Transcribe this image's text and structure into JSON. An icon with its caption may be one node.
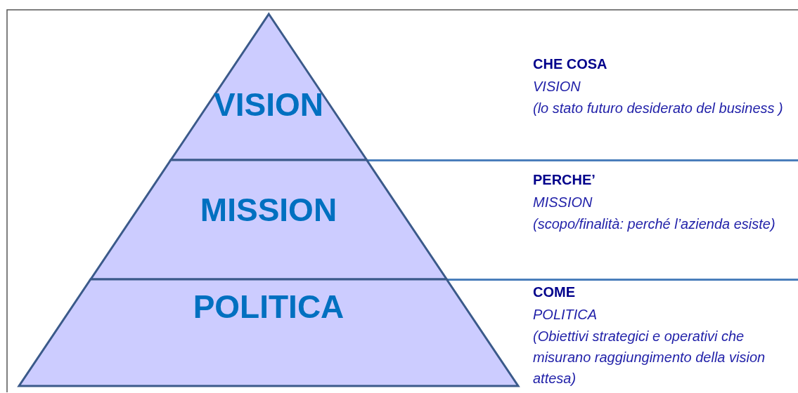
{
  "diagram": {
    "nodes": [
      {
        "text": [
          "VISION"
        ],
        "beside": [
          "CHE COSA",
          "VISION",
          "(lo stato futuro desiderato del business )"
        ]
      },
      {
        "text": [
          "MISSION"
        ],
        "beside": [
          "PERCHE’",
          "MISSION",
          "(scopo/finalità: perché l’azienda esiste)"
        ]
      },
      {
        "text": [
          "POLITICA"
        ],
        "beside": [
          "COME",
          "POLITICA",
          "(Obiettivi strategici e operativi che misurano raggiungimento della vision attesa)"
        ]
      }
    ]
  }
}
